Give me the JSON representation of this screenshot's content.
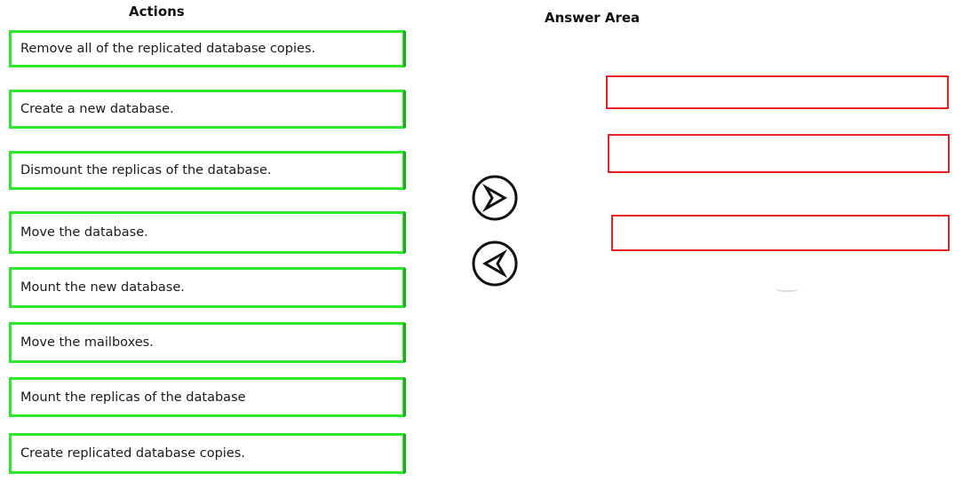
{
  "actions": {
    "heading": "Actions",
    "items": [
      "Remove all of the replicated database copies.",
      "Create a new database.",
      "Dismount the replicas of the database.",
      "Move the database.",
      "Mount the new database.",
      "Move the mailboxes.",
      "Mount the replicas of the database",
      "Create replicated database copies."
    ]
  },
  "answer_area": {
    "heading": "Answer Area",
    "slots": [
      "",
      "",
      ""
    ]
  },
  "controls": {
    "move_right_icon": "chevron-right-circle-icon",
    "move_left_icon": "chevron-left-circle-icon"
  },
  "colors": {
    "action_border": "#2ee62e",
    "slot_border": "#e62020"
  }
}
